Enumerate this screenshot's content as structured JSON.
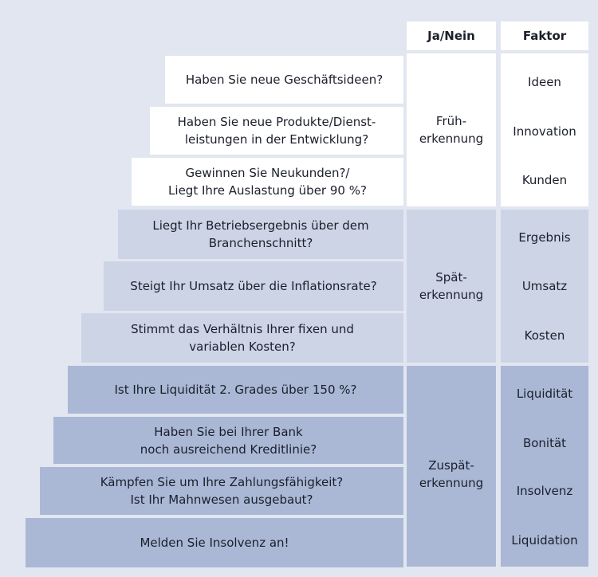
{
  "headers": {
    "ja_nein": "Ja/Nein",
    "faktor": "Faktor"
  },
  "stages": [
    {
      "label": "Früh-\nerkennung"
    },
    {
      "label": "Spät-\nerkennung"
    },
    {
      "label": "Zuspät-\nerkennung"
    }
  ],
  "questions": [
    "Haben Sie neue Geschäftsideen?",
    "Haben Sie neue Produkte/Dienst-\nleistungen in der Entwicklung?",
    "Gewinnen Sie Neukunden?/\nLiegt Ihre Auslastung über 90 %?",
    "Liegt Ihr Betriebsergebnis über dem\nBranchenschnitt?",
    "Steigt Ihr Umsatz über die Inflationsrate?",
    "Stimmt das Verhältnis Ihrer fixen und\nvariablen Kosten?",
    "Ist Ihre Liquidität 2. Grades über 150 %?",
    "Haben Sie bei Ihrer Bank\nnoch ausreichend Kreditlinie?",
    "Kämpfen Sie um Ihre Zahlungsfähigkeit?\nIst Ihr Mahnwesen ausgebaut?",
    "Melden Sie Insolvenz an!"
  ],
  "factors": [
    "Ideen",
    "Innovation",
    "Kunden",
    "Ergebnis",
    "Umsatz",
    "Kosten",
    "Liquidität",
    "Bonität",
    "Insolvenz",
    "Liquidation"
  ]
}
